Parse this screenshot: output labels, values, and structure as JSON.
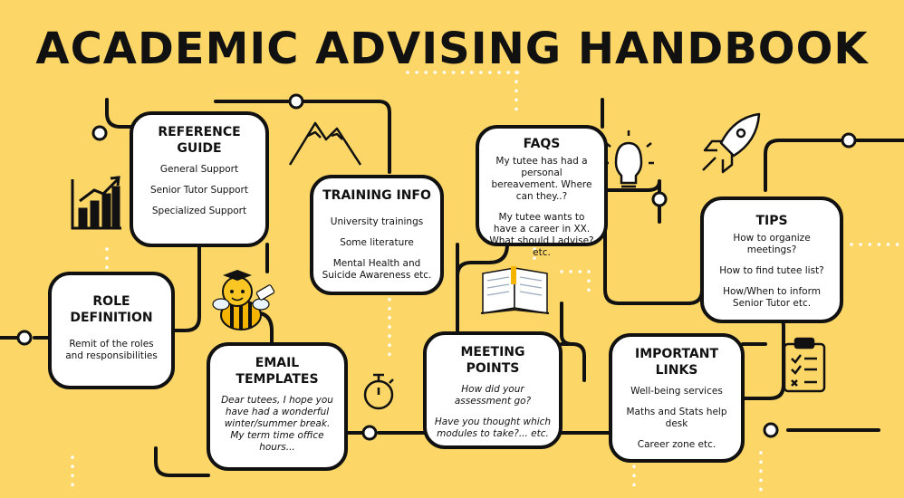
{
  "title": "ACADEMIC ADVISING HANDBOOK",
  "icons": [
    "bar-chart-icon",
    "mountains-icon",
    "bee-graduate-icon",
    "stopwatch-icon",
    "open-book-icon",
    "light-bulb-icon",
    "rocket-icon",
    "clipboard-checklist-icon"
  ],
  "colors": {
    "background": "#fcd768",
    "outline": "#111111",
    "card": "#ffffff",
    "dots": "#ffffff"
  },
  "cards": {
    "reference_guide": {
      "title_1": "REFERENCE",
      "title_2": "GUIDE",
      "items": [
        "General Support",
        "Senior Tutor Support",
        "Specialized Support"
      ]
    },
    "role_definition": {
      "title_1": "ROLE",
      "title_2": "DEFINITION",
      "items": [
        "Remit of the roles and responsibilities"
      ]
    },
    "training_info": {
      "title_1": "TRAINING INFO",
      "items": [
        "University trainings",
        "Some literature",
        "Mental Health and Suicide Awareness etc."
      ]
    },
    "email_templates": {
      "title_1": "EMAIL",
      "title_2": "TEMPLATES",
      "items": [
        "Dear tutees, I hope you have had a wonderful winter/summer break. My term time office hours..."
      ]
    },
    "faqs": {
      "title_1": "FAQS",
      "items": [
        "My tutee has had a personal bereavement. Where can they..?",
        "My tutee wants to have a career in XX. What should I advise? etc."
      ]
    },
    "meeting_points": {
      "title_1": "MEETING",
      "title_2": "POINTS",
      "items": [
        "How did your assessment go?",
        "Have you thought which modules to take?... etc."
      ]
    },
    "tips": {
      "title_1": "TIPS",
      "items": [
        "How to organize meetings?",
        "How to find tutee list?",
        "How/When to inform Senior Tutor etc."
      ]
    },
    "important_links": {
      "title_1": "IMPORTANT",
      "title_2": "LINKS",
      "items": [
        "Well-being services",
        "Maths and Stats help desk",
        "Career zone etc."
      ]
    }
  }
}
